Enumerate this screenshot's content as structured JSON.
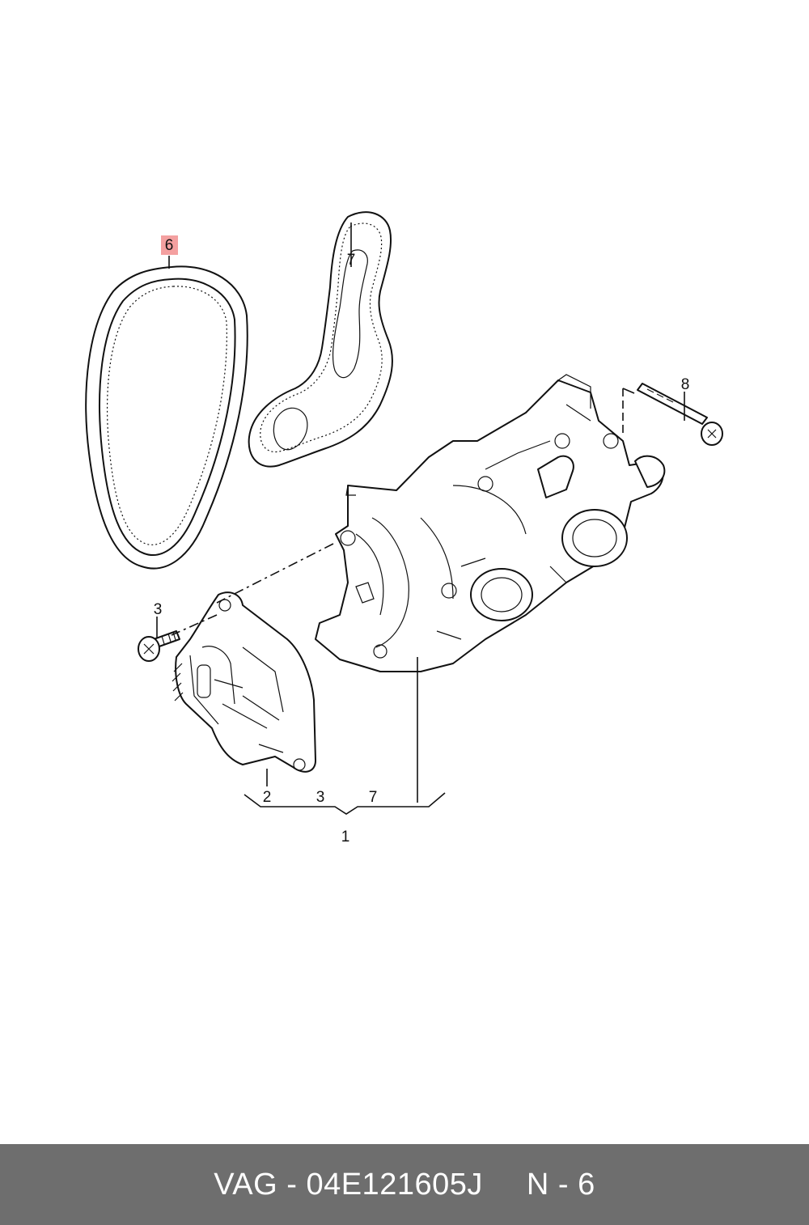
{
  "callouts": {
    "c6": "6",
    "c7_top": "7",
    "c8": "8",
    "c3_left": "3",
    "c2": "2",
    "c3_bottom": "3",
    "c7_bottom": "7",
    "c1": "1"
  },
  "highlight_color": "#f4a0a0",
  "footer": {
    "part_number": "VAG - 04E121605J",
    "item_ref": "N - 6",
    "background": "#6e6e6e"
  }
}
